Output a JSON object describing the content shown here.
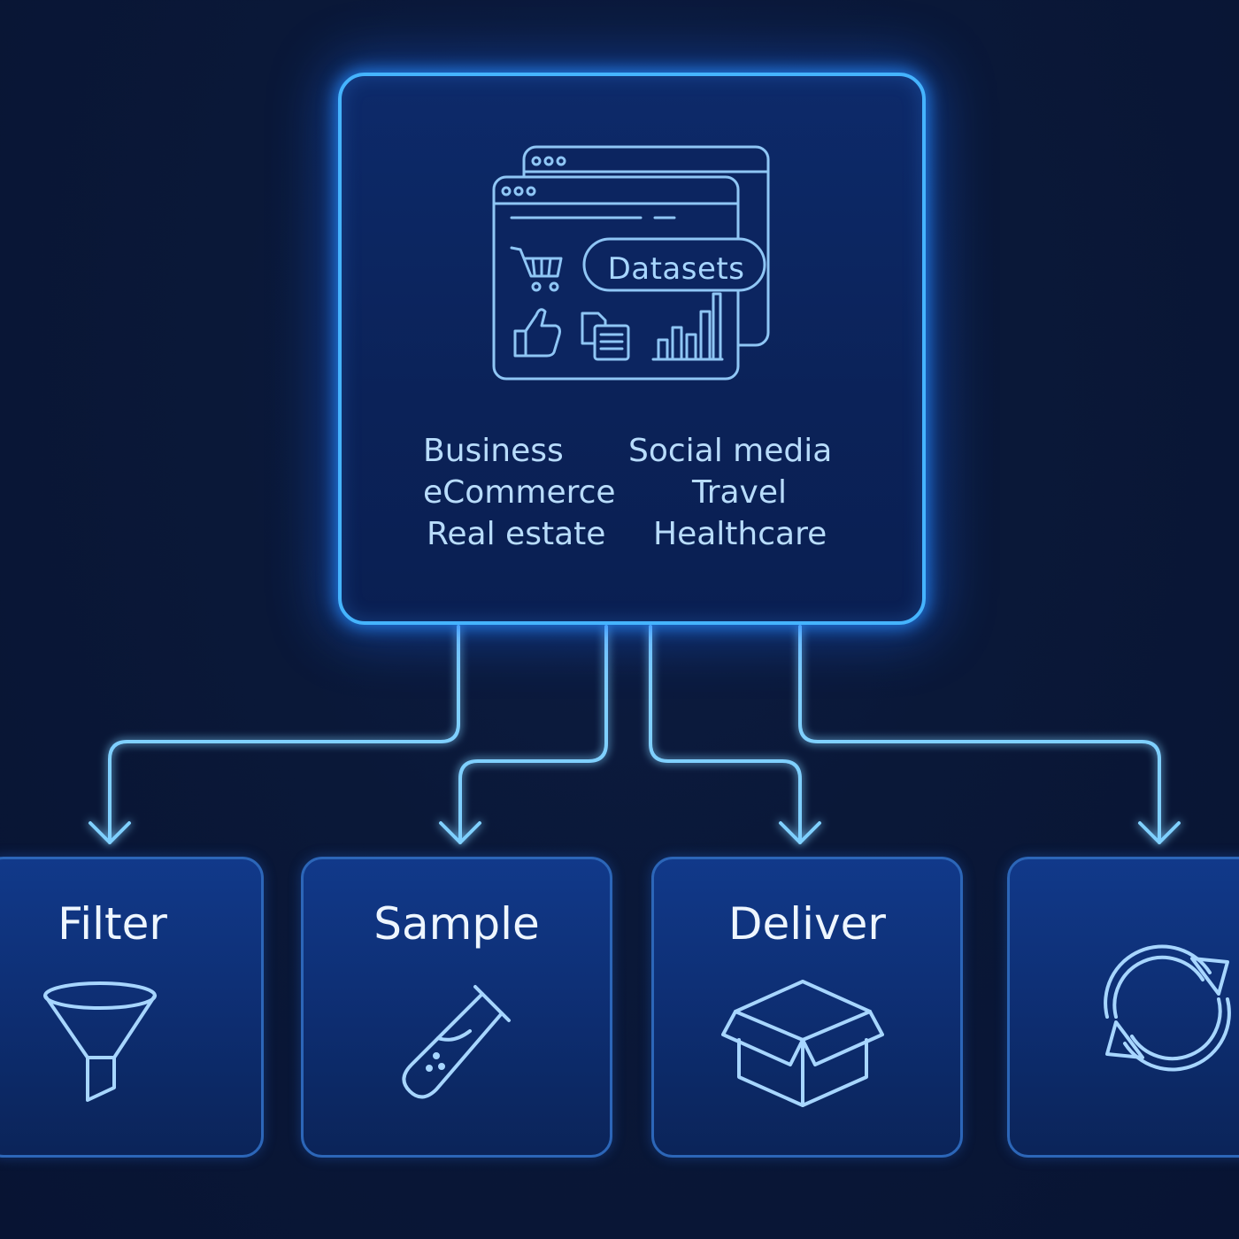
{
  "source": {
    "badge_label": "Datasets",
    "illustration_icons": [
      "browser-window-icon",
      "shopping-cart-icon",
      "thumbs-up-icon",
      "documents-icon",
      "bar-chart-icon"
    ],
    "categories_left": [
      "Business",
      "eCommerce",
      "Real estate"
    ],
    "categories_right": [
      "Social media",
      "Travel",
      "Healthcare"
    ]
  },
  "steps": [
    {
      "title": "Filter",
      "icon": "funnel-icon"
    },
    {
      "title": "Sample",
      "icon": "test-tube-icon"
    },
    {
      "title": "Deliver",
      "icon": "box-icon"
    },
    {
      "title": "",
      "icon": "refresh-icon"
    }
  ],
  "colors": {
    "background": "#0a1838",
    "glow": "#45b4ff",
    "connector": "#7fd0ff",
    "box_fill": "#0d2d70",
    "text": "#b8dcfb"
  }
}
